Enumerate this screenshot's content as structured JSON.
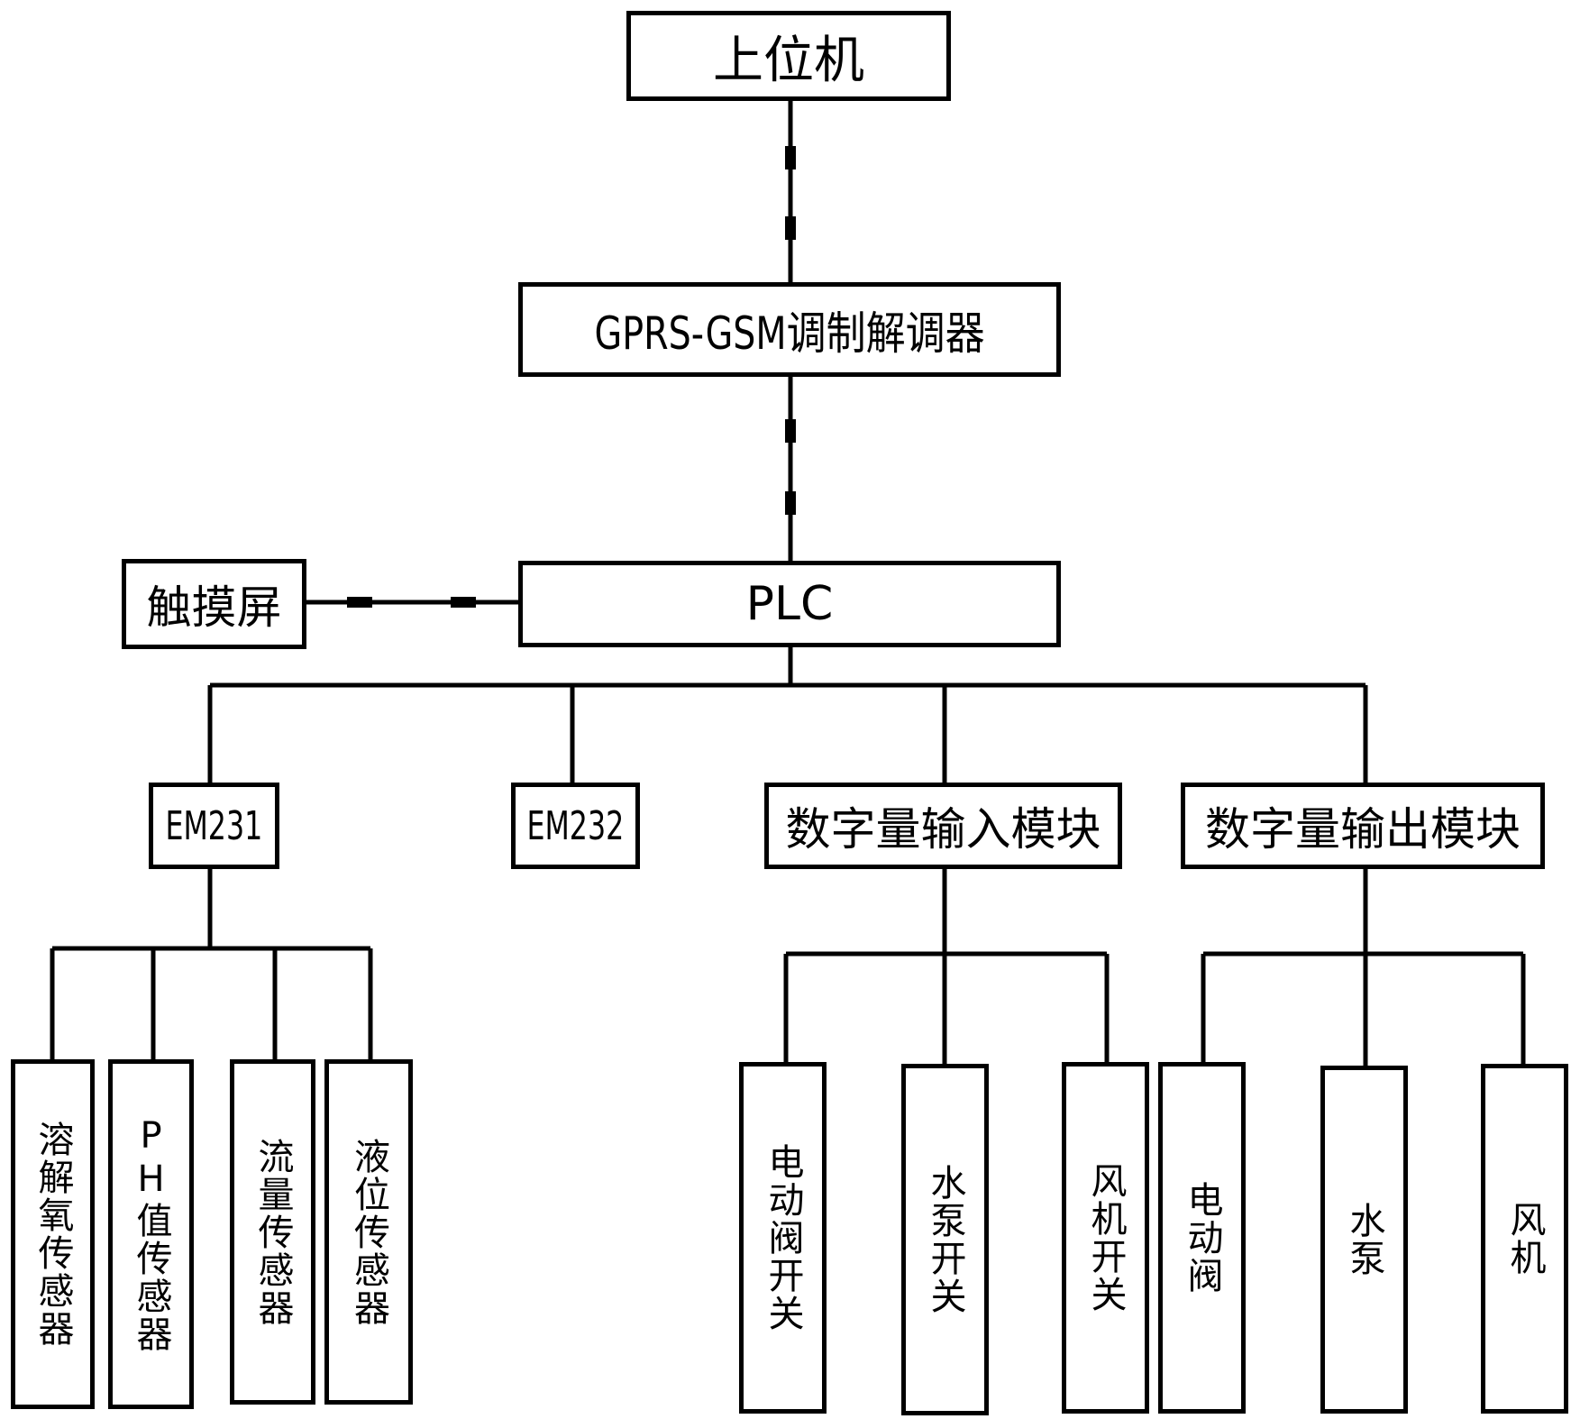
{
  "nodes": {
    "host": "上位机",
    "modem": "GPRS-GSM调制解调器",
    "touch": "触摸屏",
    "plc": "PLC",
    "em231": "EM231",
    "em232": "EM232",
    "din": "数字量输入模块",
    "dout": "数字量输出模块",
    "do_sensor": "溶解氧传感器",
    "ph_sensor": "PH值传感器",
    "flow_sensor": "流量传感器",
    "level_sensor": "液位传感器",
    "in_valve": "电动阀开关",
    "in_pump": "水泵开关",
    "in_fan": "风机开关",
    "out_valve": "电动阀",
    "out_pump": "水泵",
    "out_fan": "风机"
  }
}
